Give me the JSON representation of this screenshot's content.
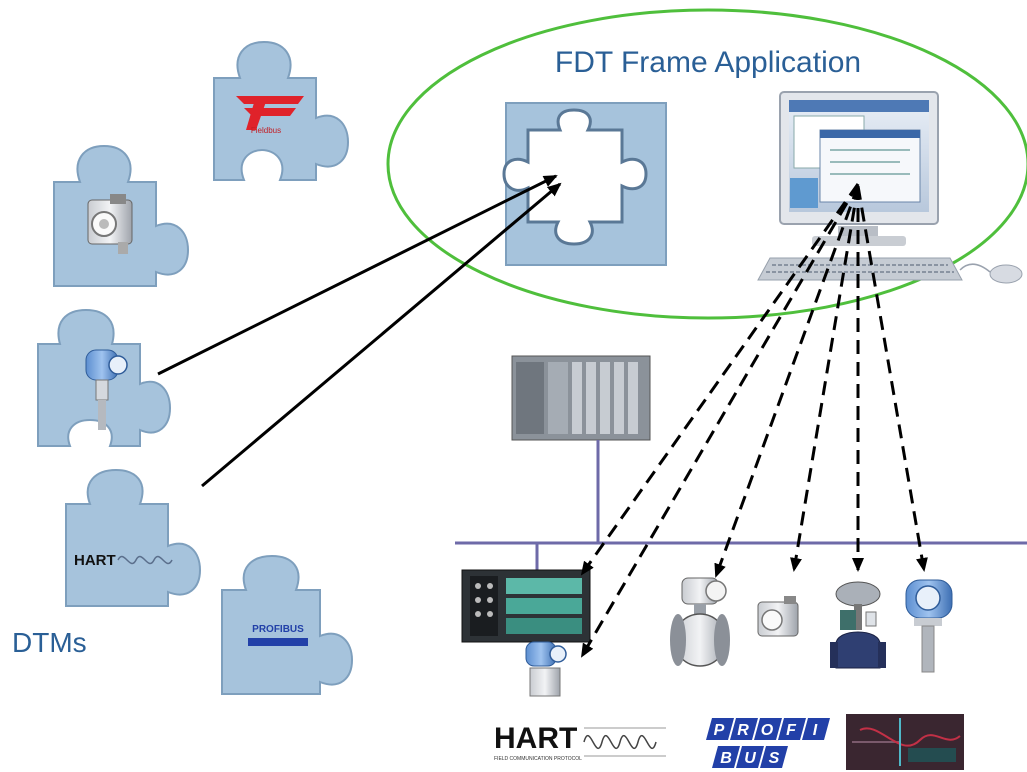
{
  "diagram": {
    "frame_title": "FDT Frame Application",
    "dtm_label": "DTMs",
    "puzzle_fieldbus_text": "Fieldbus",
    "puzzle_hart_text": "HART",
    "puzzle_profibus_text": "PROFIBUS",
    "logo_hart_text": "HART",
    "logo_hart_subtext": "FIELD COMMUNICATION PROTOCOL",
    "logo_profi_letters": [
      "P",
      "R",
      "O",
      "F",
      "I"
    ],
    "logo_bus_letters": [
      "B",
      "U",
      "S"
    ],
    "colors": {
      "puzzle_fill": "#a6c3dc",
      "puzzle_stroke": "#7e9fbd",
      "ellipse": "#4fbf3c",
      "title": "#2a5f96",
      "bus_line": "#6e6aa8",
      "arrow": "#000000",
      "profibus_blue": "#2240a8"
    },
    "icons": [
      "fieldbus-logo-icon",
      "camera-device-icon",
      "pressure-transmitter-icon",
      "plc-rack-icon",
      "computer-monitor-icon",
      "keyboard-icon",
      "mouse-icon",
      "flowmeter-icon",
      "control-valve-icon",
      "level-transmitter-icon"
    ]
  }
}
